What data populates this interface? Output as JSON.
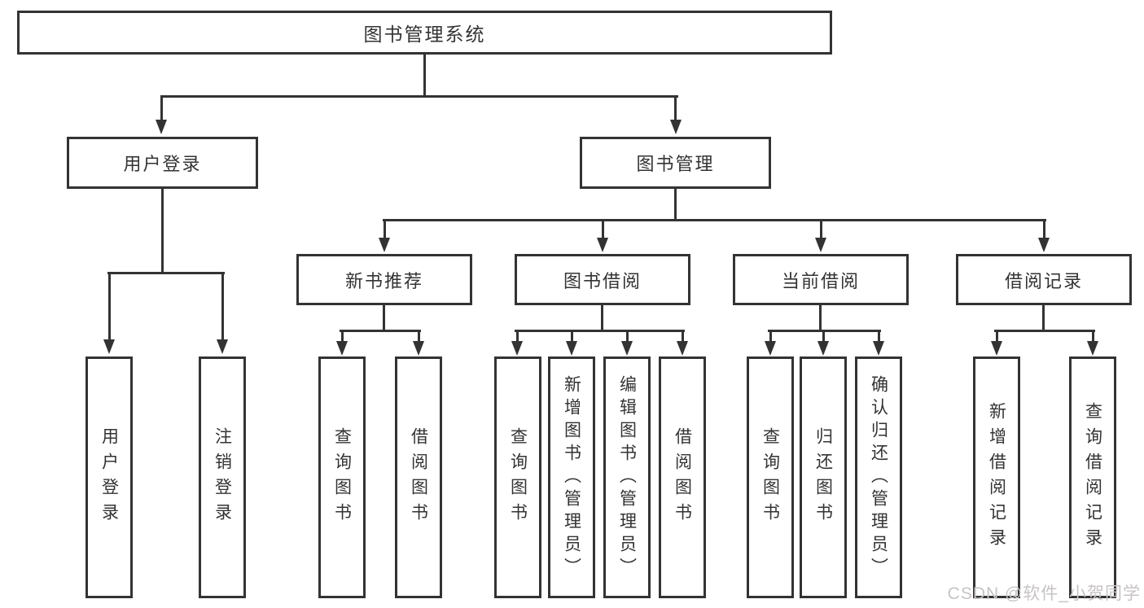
{
  "diagram": {
    "title": "图书管理系统",
    "watermark": "CSDN @软件_小贺同学",
    "colors": {
      "line": "#333333",
      "text": "#333333",
      "box_background": "#ffffff",
      "watermark": "#c7c3c3",
      "background": "#ffffff"
    },
    "nodes": {
      "root": {
        "label": "图书管理系统"
      },
      "user_login": {
        "label": "用户登录"
      },
      "book_mgmt": {
        "label": "图书管理"
      },
      "new_book_rec": {
        "label": "新书推荐"
      },
      "book_borrow": {
        "label": "图书借阅"
      },
      "current_borrow": {
        "label": "当前借阅"
      },
      "borrow_record": {
        "label": "借阅记录"
      },
      "leaf_user_login": {
        "label": "用户登录"
      },
      "leaf_logout": {
        "label": "注销登录"
      },
      "leaf_query_book_1": {
        "label": "查询图书"
      },
      "leaf_borrow_book_1": {
        "label": "借阅图书"
      },
      "leaf_query_book_2": {
        "label": "查询图书"
      },
      "leaf_add_book": {
        "label": "新增图书（管理员）"
      },
      "leaf_edit_book": {
        "label": "编辑图书（管理员）"
      },
      "leaf_borrow_book_2": {
        "label": "借阅图书"
      },
      "leaf_query_book_3": {
        "label": "查询图书"
      },
      "leaf_return_book": {
        "label": "归还图书"
      },
      "leaf_confirm_return": {
        "label": "确认归还（管理员）"
      },
      "leaf_add_borrow_record": {
        "label": "新增借阅记录"
      },
      "leaf_query_borrow_record": {
        "label": "查询借阅记录"
      }
    },
    "edges": [
      "root→user_login",
      "root→book_mgmt",
      "user_login→leaf_user_login",
      "user_login→leaf_logout",
      "book_mgmt→new_book_rec",
      "book_mgmt→book_borrow",
      "book_mgmt→current_borrow",
      "book_mgmt→borrow_record",
      "new_book_rec→leaf_query_book_1",
      "new_book_rec→leaf_borrow_book_1",
      "book_borrow→leaf_query_book_2",
      "book_borrow→leaf_add_book",
      "book_borrow→leaf_edit_book",
      "book_borrow→leaf_borrow_book_2",
      "current_borrow→leaf_query_book_3",
      "current_borrow→leaf_return_book",
      "current_borrow→leaf_confirm_return",
      "borrow_record→leaf_add_borrow_record",
      "borrow_record→leaf_query_borrow_record"
    ]
  }
}
